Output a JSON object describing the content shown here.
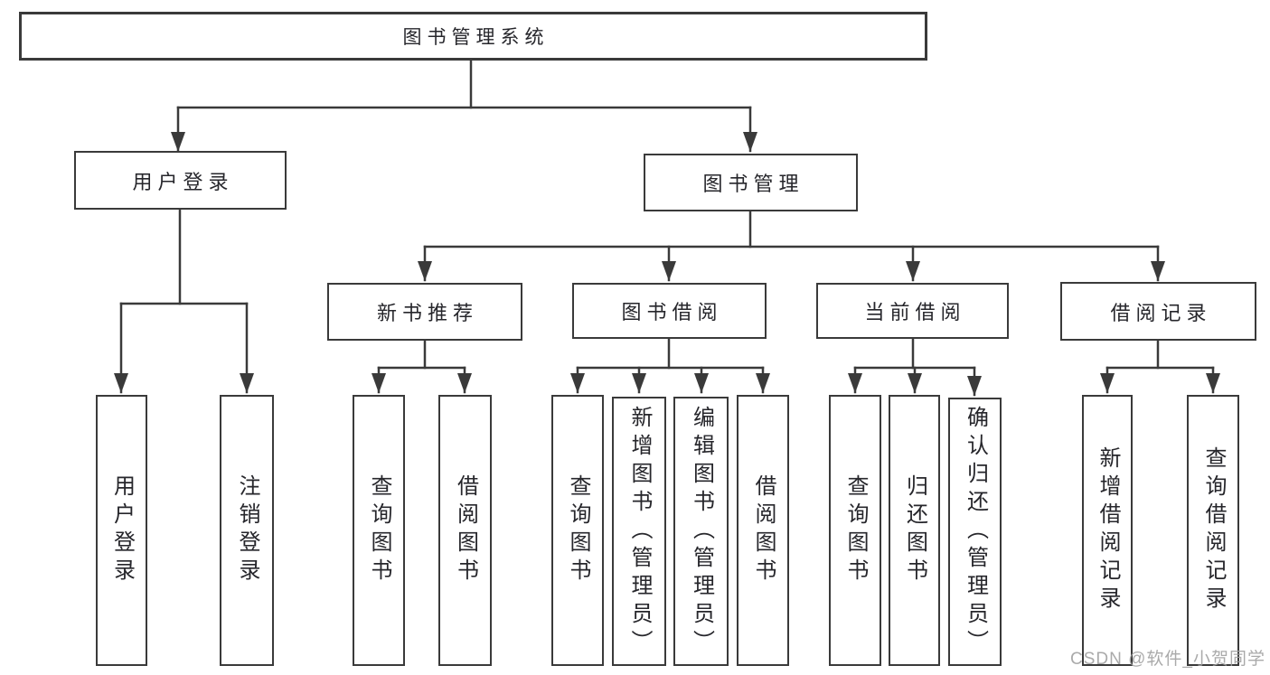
{
  "diagram": {
    "title": "图书管理系统",
    "nodes": {
      "root": "图书管理系统",
      "level2": {
        "user_login": "用户登录",
        "book_management": "图书管理"
      },
      "level3": {
        "new_book_recommend": "新书推荐",
        "book_borrow": "图书借阅",
        "current_borrow": "当前借阅",
        "borrow_record": "借阅记录"
      },
      "leaves": {
        "user_login_branch": {
          "login": "用户登录",
          "logout": "注销登录"
        },
        "new_book_branch": {
          "query_book": "查询图书",
          "borrow_book": "借阅图书"
        },
        "book_borrow_branch": {
          "query_book": "查询图书",
          "add_book": "新增图书（管理员）",
          "edit_book": "编辑图书（管理员）",
          "borrow_book": "借阅图书"
        },
        "current_borrow_branch": {
          "query_book": "查询图书",
          "return_book": "归还图书",
          "confirm_return": "确认归还（管理员）"
        },
        "borrow_record_branch": {
          "add_record": "新增借阅记录",
          "query_record": "查询借阅记录"
        }
      }
    }
  },
  "watermark": {
    "text": "CSDN @软件_小贺同学"
  },
  "colors": {
    "line": "#3a3a3a",
    "text": "#26262b",
    "watermark": "#9e9e9e",
    "background": "#ffffff"
  }
}
